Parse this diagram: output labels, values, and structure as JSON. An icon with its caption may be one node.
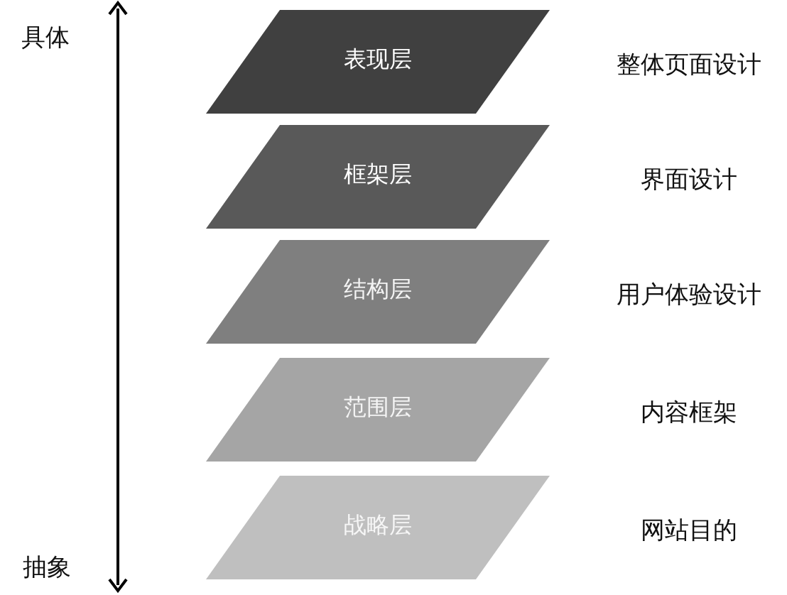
{
  "diagram": {
    "nodes": [
      {
        "text": [
          "表现层"
        ],
        "beside": [
          "整体页面设计"
        ]
      },
      {
        "text": [
          "框架层"
        ],
        "beside": [
          "界面设计"
        ]
      },
      {
        "text": [
          "结构层"
        ],
        "beside": [
          "用户体验设计"
        ]
      },
      {
        "text": [
          "范围层"
        ],
        "beside": [
          "内容框架"
        ]
      },
      {
        "text": [
          "战略层"
        ],
        "beside": [
          "网站目的"
        ]
      }
    ],
    "labels": [
      "具体",
      "抽象"
    ]
  }
}
